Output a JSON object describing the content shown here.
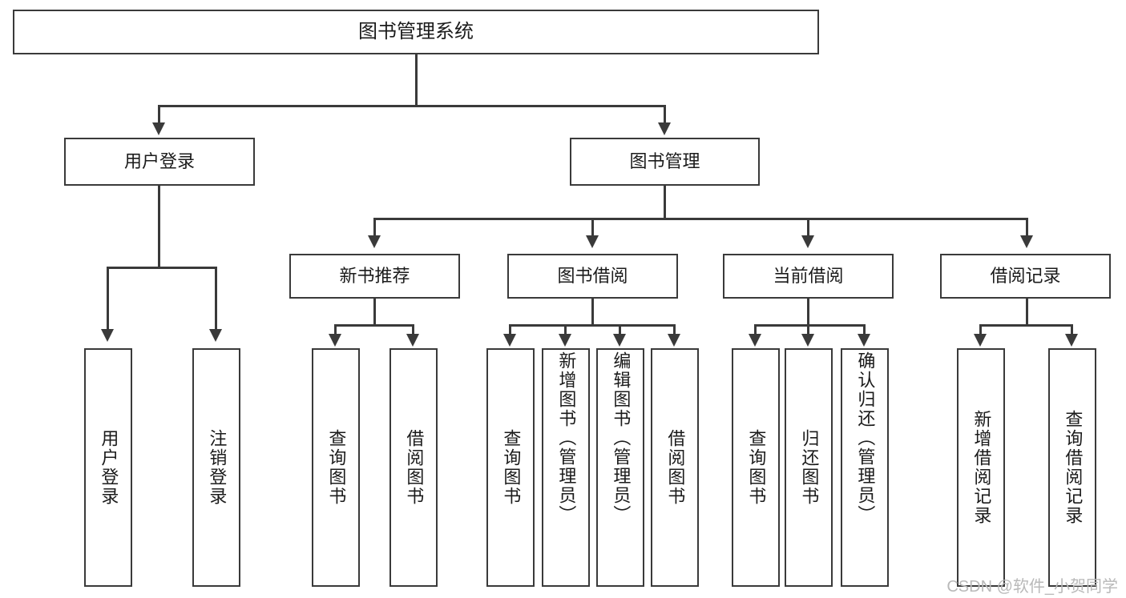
{
  "diagram": {
    "type": "tree-hierarchy",
    "title": "图书管理系统",
    "watermark": "CSDN @软件_小贺同学",
    "colors": {
      "stroke": "#3a3a3a",
      "fill": "#ffffff",
      "text": "#1b1b1b",
      "watermark": "#b9b9b9"
    },
    "root": {
      "label": "图书管理系统"
    },
    "level2": [
      {
        "label": "用户登录"
      },
      {
        "label": "图书管理"
      }
    ],
    "level3": [
      {
        "label": "新书推荐"
      },
      {
        "label": "图书借阅"
      },
      {
        "label": "当前借阅"
      },
      {
        "label": "借阅记录"
      }
    ],
    "leaves": {
      "user_login": [
        {
          "label": "用户登录"
        },
        {
          "label": "注销登录"
        }
      ],
      "new_book": [
        {
          "label": "查询图书"
        },
        {
          "label": "借阅图书"
        }
      ],
      "book_borrow": [
        {
          "label": "查询图书"
        },
        {
          "label": "新增图书（管理员）"
        },
        {
          "label": "编辑图书（管理员）"
        },
        {
          "label": "借阅图书"
        }
      ],
      "current_borrow": [
        {
          "label": "查询图书"
        },
        {
          "label": "归还图书"
        },
        {
          "label": "确认归还（管理员）"
        }
      ],
      "borrow_record": [
        {
          "label": "新增借阅记录"
        },
        {
          "label": "查询借阅记录"
        }
      ]
    }
  }
}
